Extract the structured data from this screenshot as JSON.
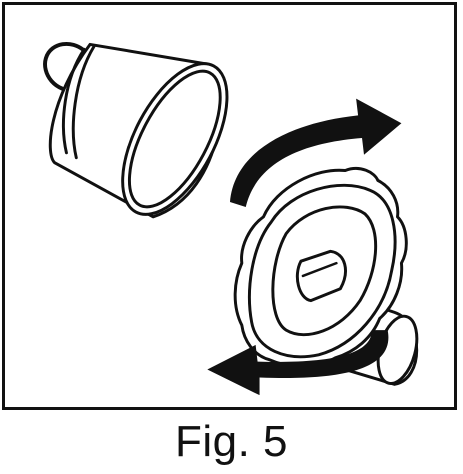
{
  "figure": {
    "caption": "Fig. 5",
    "line_color": "#111111",
    "arrow_color": "#111111",
    "background_color": "#ffffff",
    "elements": [
      "cap-with-ring",
      "rotating-nozzle",
      "clockwise-arrow-top",
      "counterclockwise-arrow-bottom"
    ]
  }
}
